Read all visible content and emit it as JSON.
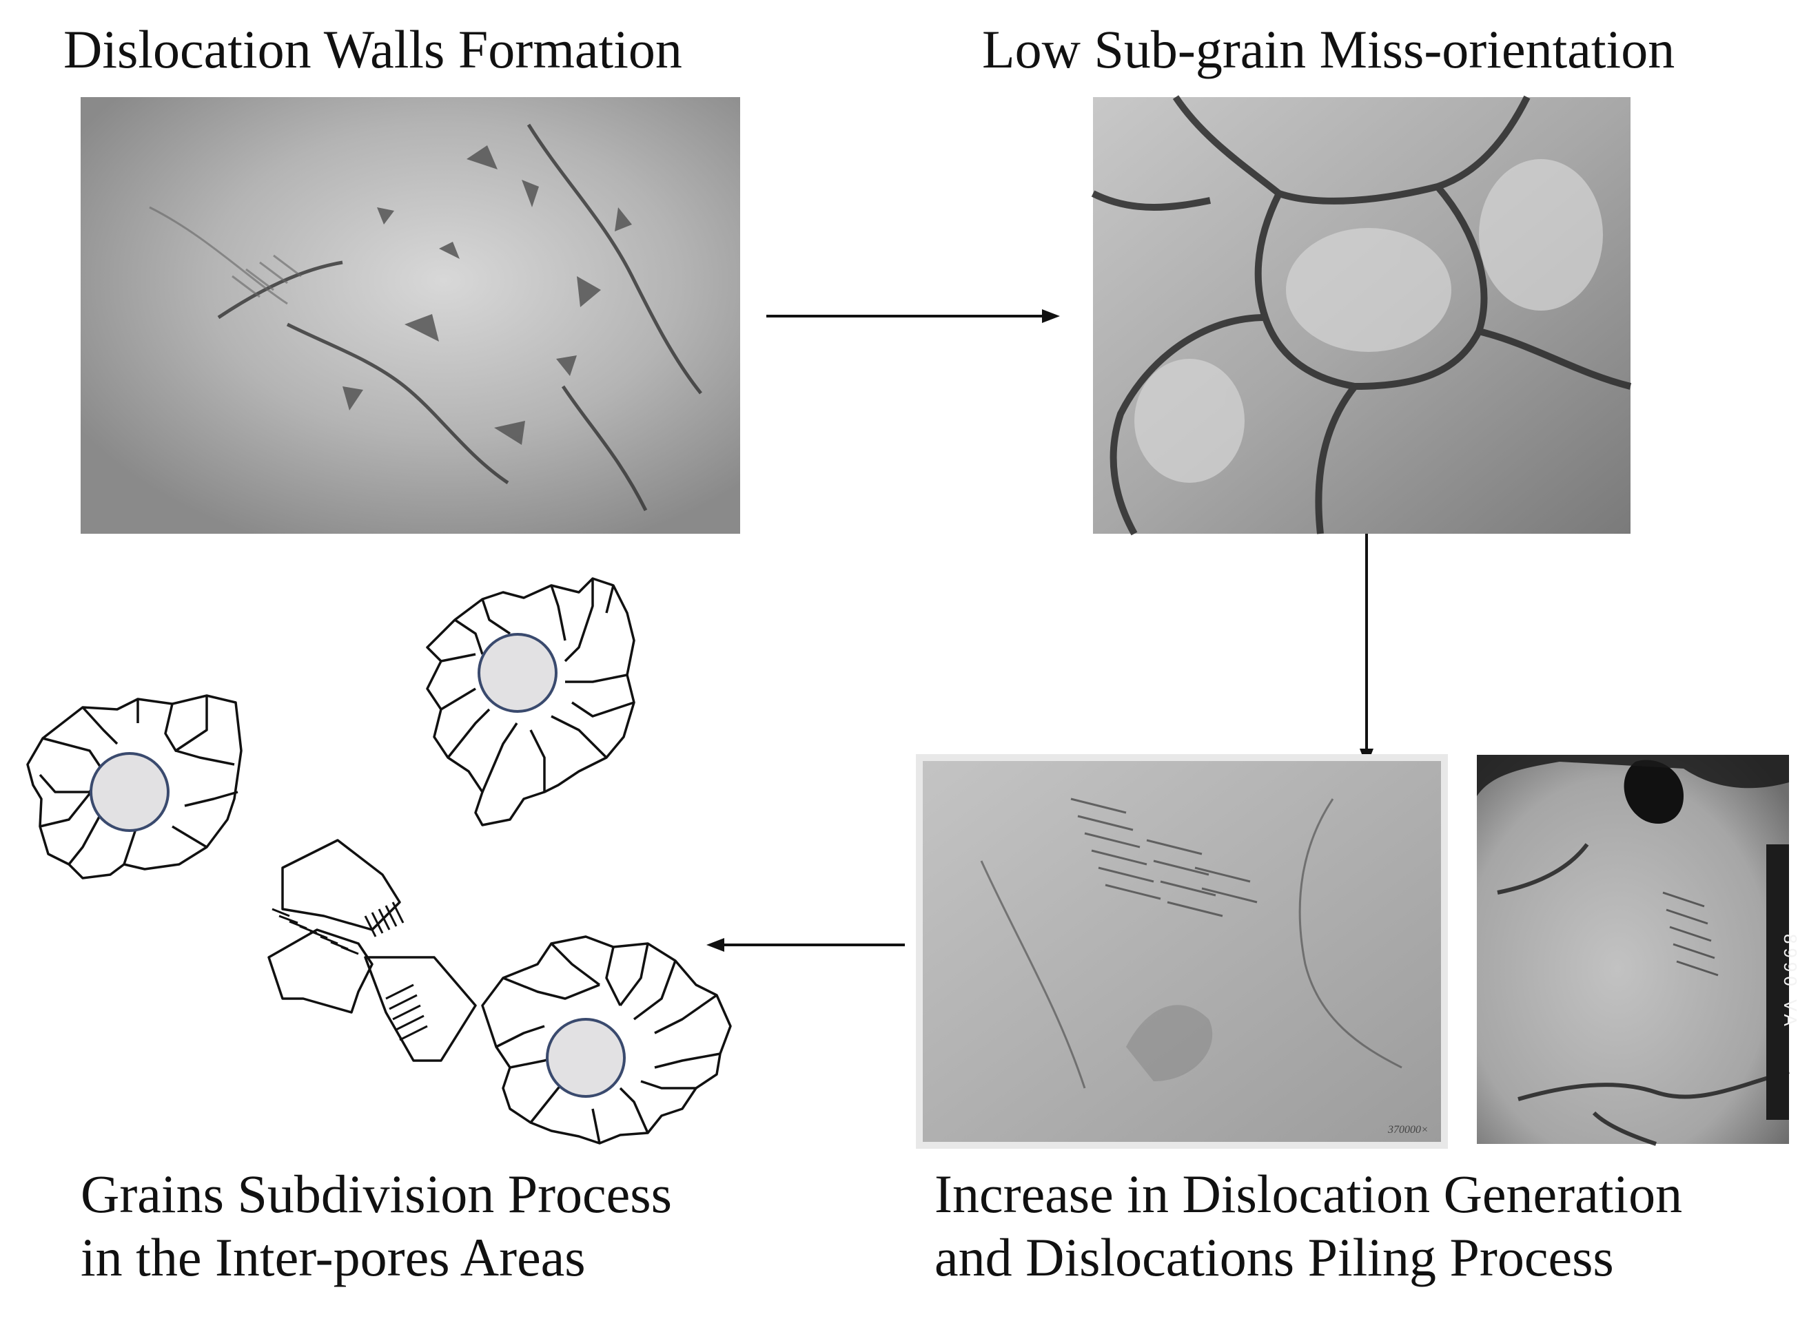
{
  "labels": {
    "top_left": "Dislocation Walls Formation",
    "top_right": "Low Sub-grain Miss-orientation",
    "bottom_left_line1": "Grains Subdivision Process",
    "bottom_left_line2": "in the Inter-pores Areas",
    "bottom_right_line1": "Increase in Dislocation Generation",
    "bottom_right_line2": "and Dislocations Piling Process"
  },
  "micrograph_annotations": {
    "magnification_stamp": "370000×",
    "film_edge_code": "8990 VA"
  },
  "colors": {
    "line": "#111111",
    "pore_fill": "#e2e1e3",
    "pore_stroke": "#3a4a6e"
  }
}
